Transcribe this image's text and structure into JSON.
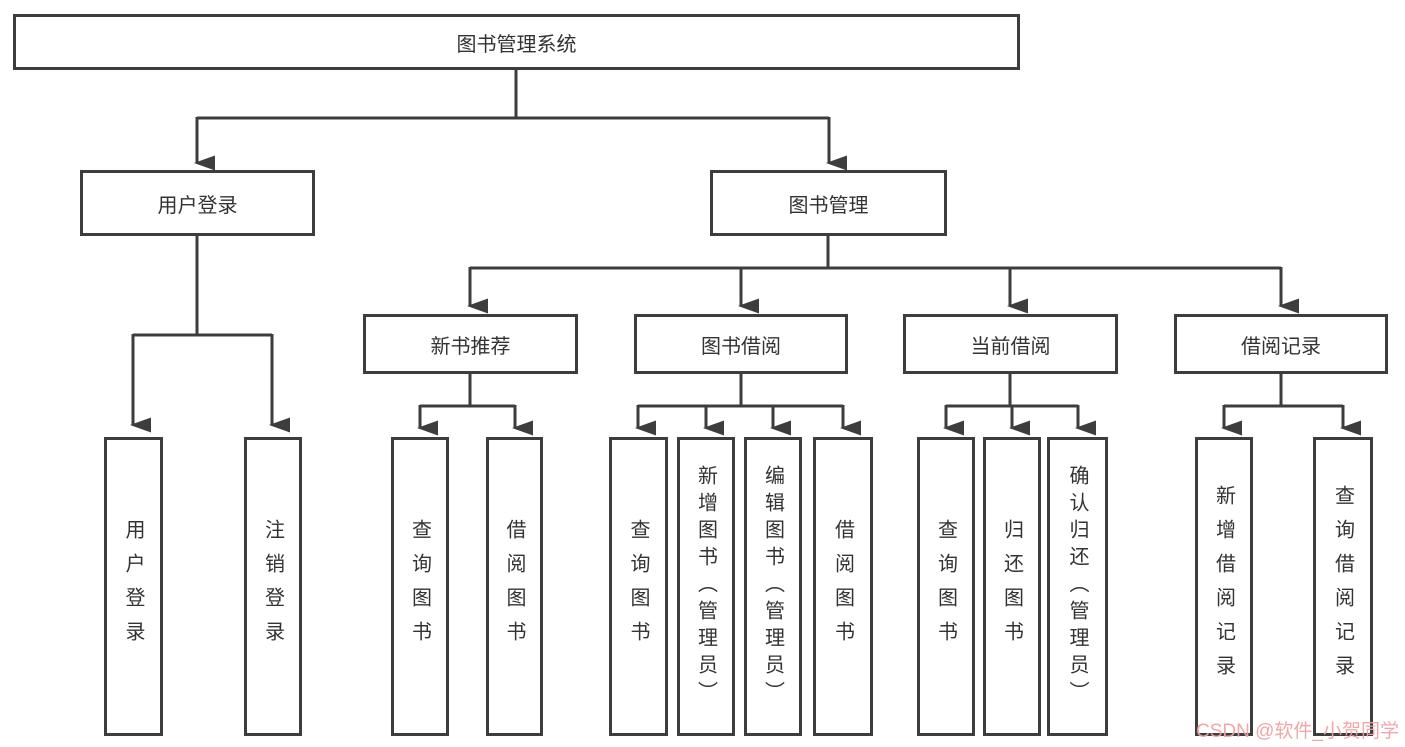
{
  "diagram": {
    "title": "图书管理系统",
    "watermark": "CSDN @软件_小贺同学",
    "colors": {
      "line": "#3d3d3d",
      "text": "#333333",
      "box_background": "#ffffff",
      "watermark": "#f0a3a3"
    },
    "tree": {
      "label": "图书管理系统",
      "children": [
        {
          "label": "用户登录",
          "children": [
            {
              "label": "用户登录"
            },
            {
              "label": "注销登录"
            }
          ]
        },
        {
          "label": "图书管理",
          "children": [
            {
              "label": "新书推荐",
              "children": [
                {
                  "label": "查询图书"
                },
                {
                  "label": "借阅图书"
                }
              ]
            },
            {
              "label": "图书借阅",
              "children": [
                {
                  "label": "查询图书"
                },
                {
                  "label": "新增图书（管理员）"
                },
                {
                  "label": "编辑图书（管理员）"
                },
                {
                  "label": "借阅图书"
                }
              ]
            },
            {
              "label": "当前借阅",
              "children": [
                {
                  "label": "查询图书"
                },
                {
                  "label": "归还图书"
                },
                {
                  "label": "确认归还（管理员）"
                }
              ]
            },
            {
              "label": "借阅记录",
              "children": [
                {
                  "label": "新增借阅记录"
                },
                {
                  "label": "查询借阅记录"
                }
              ]
            }
          ]
        }
      ]
    }
  }
}
